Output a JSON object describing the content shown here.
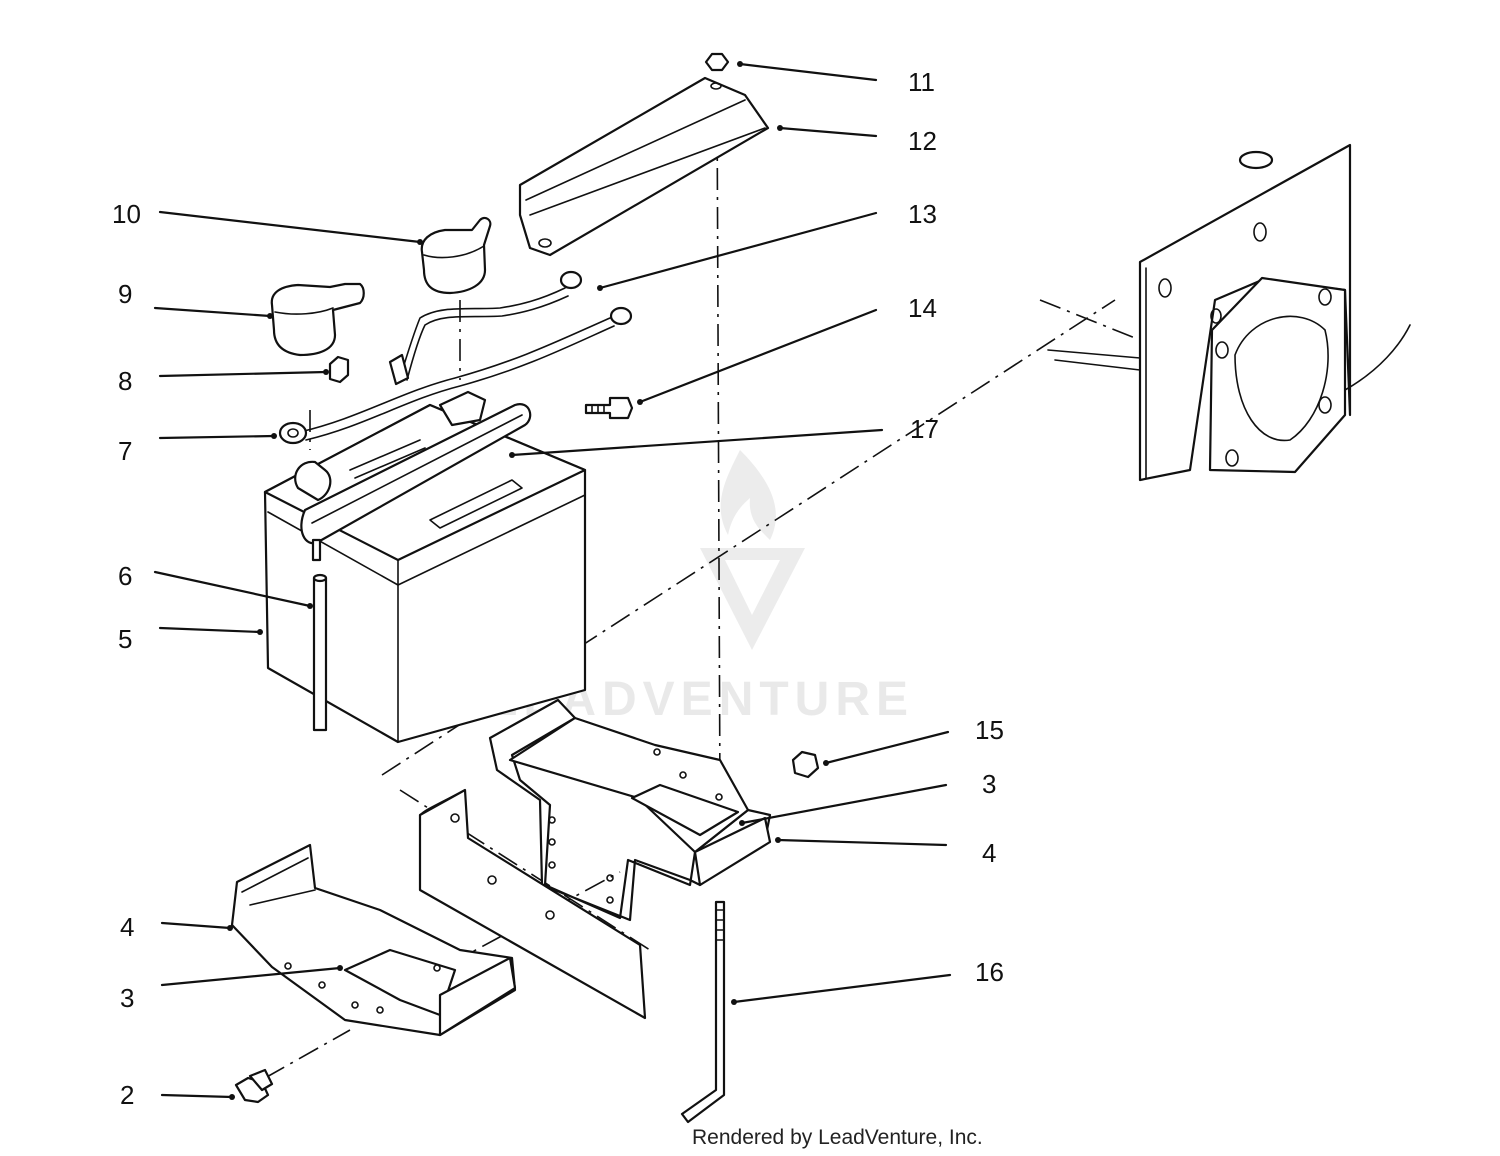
{
  "callouts": [
    {
      "id": "c11",
      "label": "11"
    },
    {
      "id": "c12",
      "label": "12"
    },
    {
      "id": "c10",
      "label": "10"
    },
    {
      "id": "c13",
      "label": "13"
    },
    {
      "id": "c9",
      "label": "9"
    },
    {
      "id": "c14",
      "label": "14"
    },
    {
      "id": "c8",
      "label": "8"
    },
    {
      "id": "c17",
      "label": "17"
    },
    {
      "id": "c7",
      "label": "7"
    },
    {
      "id": "c6",
      "label": "6"
    },
    {
      "id": "c5",
      "label": "5"
    },
    {
      "id": "c15",
      "label": "15"
    },
    {
      "id": "c3a",
      "label": "3"
    },
    {
      "id": "c4a",
      "label": "4"
    },
    {
      "id": "c4b",
      "label": "4"
    },
    {
      "id": "c16",
      "label": "16"
    },
    {
      "id": "c3b",
      "label": "3"
    },
    {
      "id": "c2",
      "label": "2"
    }
  ],
  "watermark": {
    "text": "LEADVENTURE"
  },
  "footer": {
    "credit": "Rendered by LeadVenture, Inc."
  }
}
